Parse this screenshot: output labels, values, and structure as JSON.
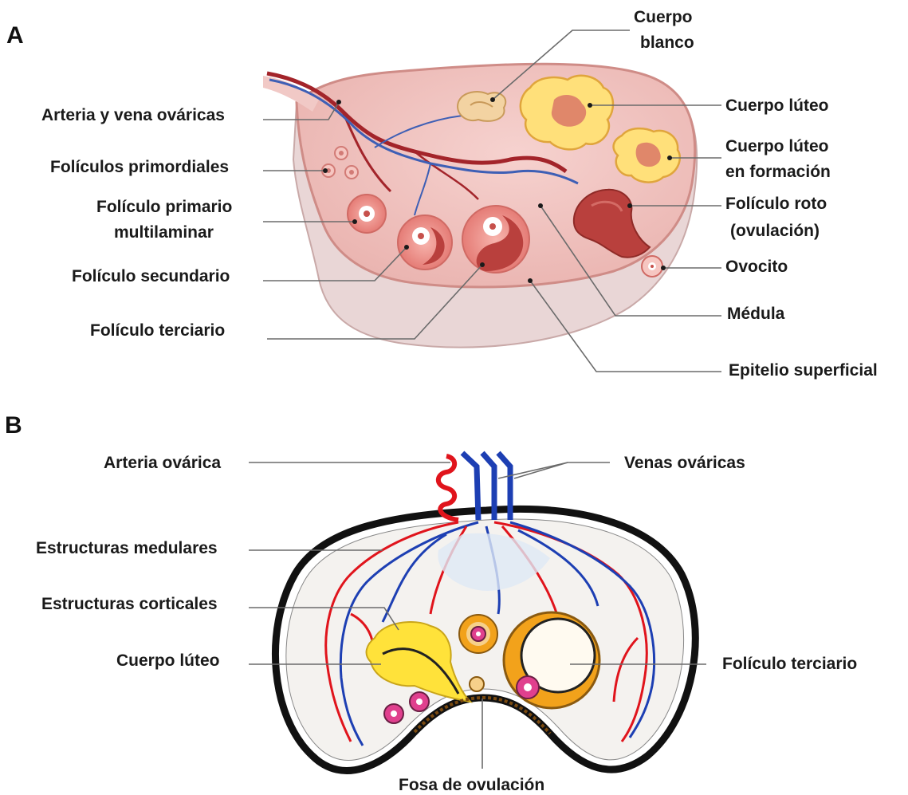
{
  "panel_a": {
    "letter": "A",
    "labels": {
      "cuerpo_blanco_1": "Cuerpo",
      "cuerpo_blanco_2": "blanco",
      "arteria_vena": "Arteria y vena ováricas",
      "primordiales": "Folículos primordiales",
      "primario_1": "Folículo primario",
      "primario_2": "multilaminar",
      "secundario": "Folículo secundario",
      "terciario": "Folículo terciario",
      "cuerpo_luteo": "Cuerpo lúteo",
      "formacion_1": "Cuerpo lúteo",
      "formacion_2": "en formación",
      "roto_1": "Folículo roto",
      "roto_2": "(ovulación)",
      "ovocito": "Ovocito",
      "medula": "Médula",
      "epitelio": "Epitelio superficial"
    }
  },
  "panel_b": {
    "letter": "B",
    "labels": {
      "arteria": "Arteria ovárica",
      "venas": "Venas ováricas",
      "medulares": "Estructuras medulares",
      "corticales": "Estructuras corticales",
      "cuerpo_luteo": "Cuerpo lúteo",
      "terciario": "Folículo terciario",
      "fosa": "Fosa de ovulación"
    }
  },
  "colors": {
    "ovary_fill": "#f2c6c3",
    "ovary_stroke": "#c98883",
    "follicle": "#e9857f",
    "follicle_dark": "#b9403d",
    "luteum_yellow": "#ffe07a",
    "luteum_core": "#e0876a",
    "artery": "#e0141c",
    "vein": "#1d3fb3",
    "follicle_orange": "#f2a21b",
    "oocyte_pink": "#e0408e"
  }
}
